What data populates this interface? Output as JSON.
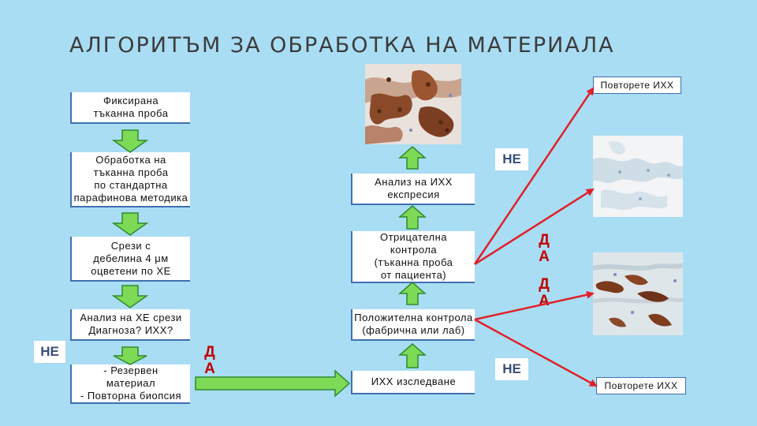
{
  "title": "АЛГОРИТЪМ ЗА ОБРАБОТКА НА МАТЕРИАЛА",
  "left_steps": [
    "Фиксирана\nтъканна проба",
    "Обработка на\nтъканна проба\nпо стандартна\nпарафинова методика",
    "Срези с\nдебелина 4 μм\nоцветени по ХЕ",
    "Анализ на ХЕ срези\nДиагноза?  ИХХ?",
    "- Резервен\nматериал\n- Повторна биопсия"
  ],
  "middle_steps": [
    "Анализ на ИХХ\nекспресия",
    "Отрицателна\nконтрола\n(тъканна проба\nот пациента)",
    "Положителна контрола\n(фабрична или лаб)",
    "ИХХ изследване"
  ],
  "labels": {
    "ne_left": "НЕ",
    "da_left": "Д\nА",
    "ne_top": "НЕ",
    "da_neg": "Д\nА",
    "da_pos": "Д\nА",
    "ne_bottom": "НЕ",
    "repeat_top": "Повторете ИХХ",
    "repeat_bottom": "Повторете ИХХ"
  },
  "images": [
    "ihc-positive-tissue",
    "negative-control-tissue",
    "positive-control-tissue"
  ],
  "colors": {
    "background": "#a9ddf3",
    "arrow_fill": "#7ed957",
    "arrow_stroke": "#2e8b2e",
    "red": "#e0202a",
    "da": "#c00000"
  }
}
